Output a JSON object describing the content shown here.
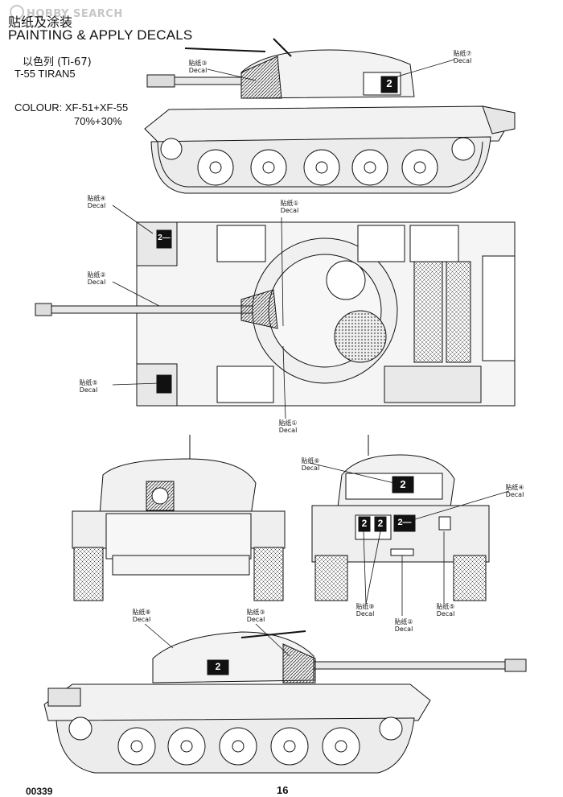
{
  "watermark": "HOBBY SEARCH",
  "header": {
    "title_cn": "贴纸及涂装",
    "title_en": "PAINTING & APPLY DECALS",
    "subtitle_cn": "以色列 (Ti-67)",
    "model": "T-55 TIRAN5",
    "colour": "COLOUR: XF-51+XF-55",
    "ratio": "70%+30%"
  },
  "decal_word": "Decal",
  "callouts": {
    "side_top_3": {
      "cn": "贴纸③",
      "en": "Decal"
    },
    "side_top_7": {
      "cn": "贴纸⑦",
      "en": "Decal"
    },
    "top_4": {
      "cn": "贴纸④",
      "en": "Decal"
    },
    "top_1a": {
      "cn": "贴纸①",
      "en": "Decal"
    },
    "top_2": {
      "cn": "贴纸②",
      "en": "Decal"
    },
    "top_5": {
      "cn": "贴纸⑤",
      "en": "Decal"
    },
    "top_1b": {
      "cn": "贴纸①",
      "en": "Decal"
    },
    "rear_6": {
      "cn": "贴纸⑥",
      "en": "Decal"
    },
    "rear_4": {
      "cn": "贴纸④",
      "en": "Decal"
    },
    "rear_9": {
      "cn": "贴纸⑨",
      "en": "Decal"
    },
    "rear_2": {
      "cn": "贴纸②",
      "en": "Decal"
    },
    "rear_5": {
      "cn": "贴纸⑤",
      "en": "Decal"
    },
    "side_bot_8": {
      "cn": "贴纸⑧",
      "en": "Decal"
    },
    "side_bot_3": {
      "cn": "贴纸③",
      "en": "Decal"
    }
  },
  "markings": {
    "side_number": "2",
    "top_number": "2—",
    "rear_panel_number": "2",
    "rear_plate": "2—",
    "rear_a": "2",
    "rear_b": "2",
    "bottom_number": "2"
  },
  "footer": {
    "code": "00339",
    "page": "16"
  }
}
